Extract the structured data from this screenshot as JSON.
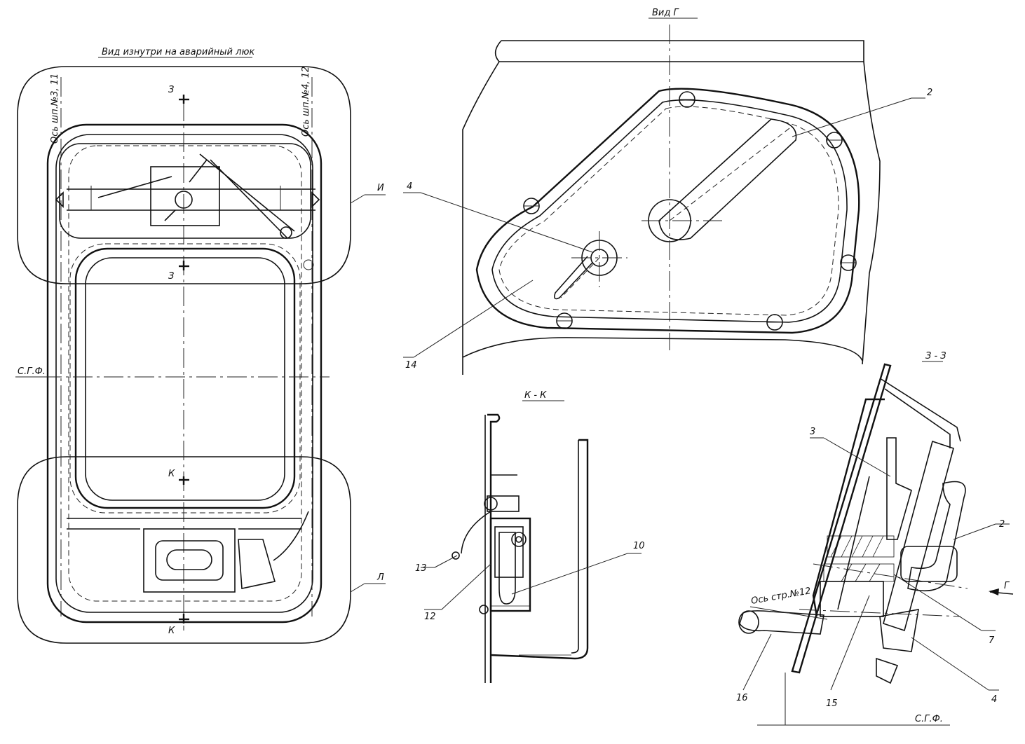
{
  "views": {
    "hatch_view": {
      "title": "Вид изнутри на аварийный люк",
      "axis_left": "Ось шп.№3, 11",
      "axis_right": "Ось шп.№4, 12",
      "section_z_top": "З",
      "section_z_bottom": "З",
      "section_k_top": "К",
      "section_k_bottom": "К",
      "axis_sgf": "С.Г.Ф.",
      "callout_i": "И",
      "callout_l": "Л"
    },
    "view_g": {
      "title": "Вид Г",
      "callouts": [
        "2",
        "4",
        "14"
      ]
    },
    "section_kk": {
      "title": "К - К",
      "callouts": [
        "10",
        "13",
        "12"
      ]
    },
    "section_zz": {
      "title": "З - З",
      "callouts": [
        "3",
        "2",
        "7",
        "4",
        "15",
        "16"
      ],
      "axis_frame": "Ось стр.№12",
      "view_arrow": "Г",
      "axis_sgf": "С.Г.Ф."
    }
  }
}
